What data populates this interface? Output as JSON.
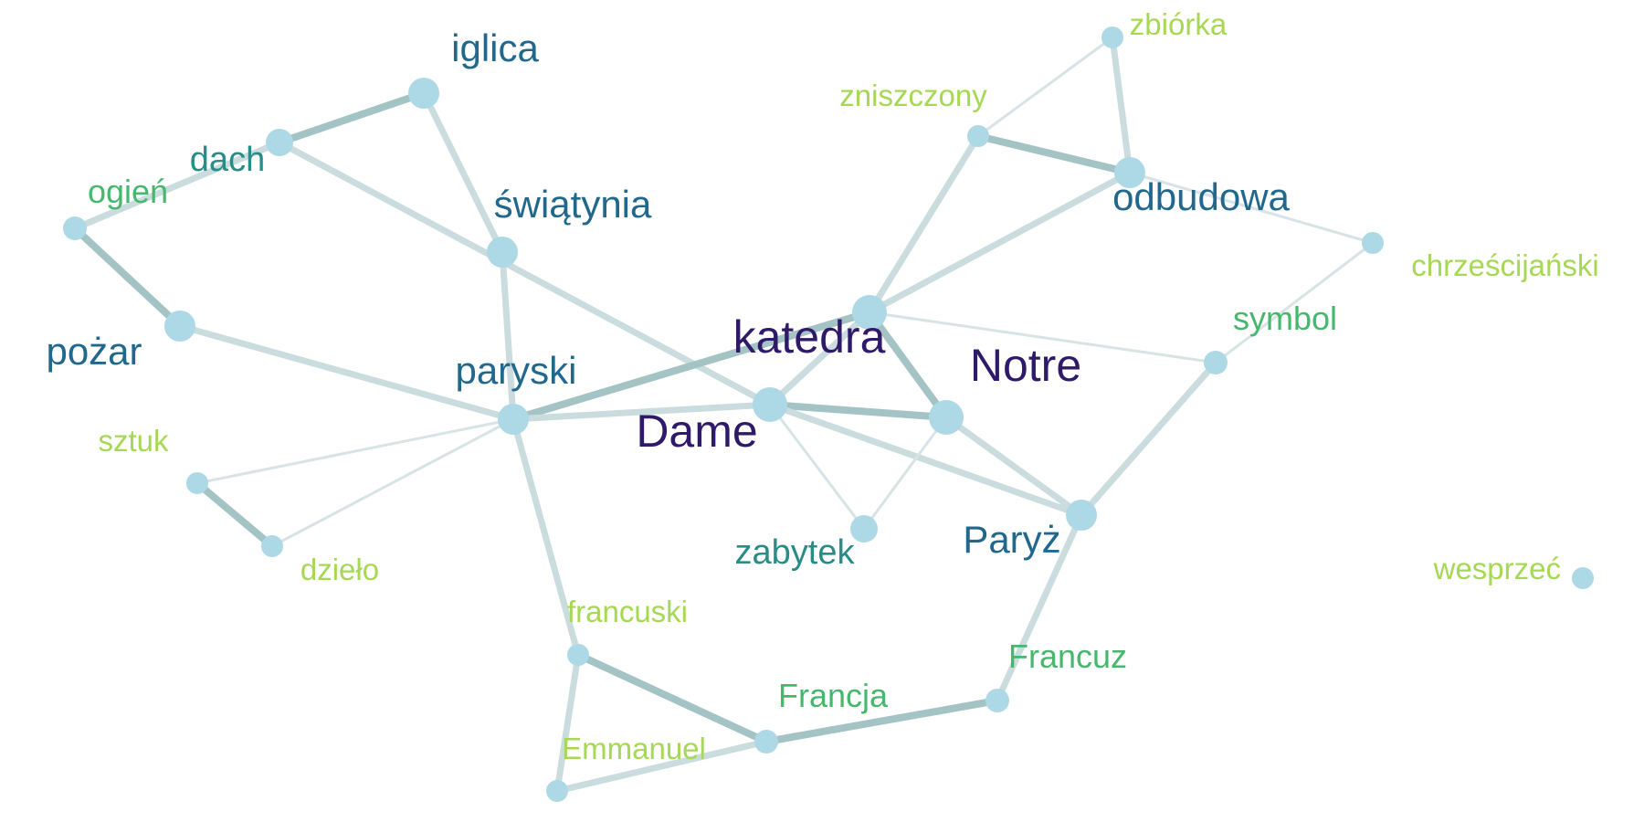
{
  "node_color": "#ADD8E6",
  "tiers": {
    "t1": "#2E1A68",
    "t2": "#21688C",
    "t3": "#2A8C86",
    "t4": "#46B76C",
    "t5": "#A6D854"
  },
  "nodes": [
    {
      "id": "katedra",
      "label": "katedra",
      "tier": "t1",
      "weight": 5
    },
    {
      "id": "notre",
      "label": "Notre",
      "tier": "t1",
      "weight": 5
    },
    {
      "id": "dame",
      "label": "Dame",
      "tier": "t1",
      "weight": 5
    },
    {
      "id": "paryski",
      "label": "paryski",
      "tier": "t2",
      "weight": 4
    },
    {
      "id": "iglica",
      "label": "iglica",
      "tier": "t2",
      "weight": 4
    },
    {
      "id": "swiatynia",
      "label": "świątynia",
      "tier": "t2",
      "weight": 4
    },
    {
      "id": "odbudowa",
      "label": "odbudowa",
      "tier": "t2",
      "weight": 4
    },
    {
      "id": "pozar",
      "label": "pożar",
      "tier": "t2",
      "weight": 4
    },
    {
      "id": "paryz",
      "label": "Paryż",
      "tier": "t2",
      "weight": 4
    },
    {
      "id": "dach",
      "label": "dach",
      "tier": "t3",
      "weight": 3
    },
    {
      "id": "zabytek",
      "label": "zabytek",
      "tier": "t3",
      "weight": 3
    },
    {
      "id": "ogien",
      "label": "ogień",
      "tier": "t4",
      "weight": 2
    },
    {
      "id": "symbol",
      "label": "symbol",
      "tier": "t4",
      "weight": 2
    },
    {
      "id": "francja",
      "label": "Francja",
      "tier": "t4",
      "weight": 2
    },
    {
      "id": "francuz",
      "label": "Francuz",
      "tier": "t4",
      "weight": 2
    },
    {
      "id": "zbiorka",
      "label": "zbiórka",
      "tier": "t5",
      "weight": 1
    },
    {
      "id": "zniszczony",
      "label": "zniszczony",
      "tier": "t5",
      "weight": 1
    },
    {
      "id": "chrzescijanski",
      "label": "chrześcijański",
      "tier": "t5",
      "weight": 1
    },
    {
      "id": "sztuk",
      "label": "sztuk",
      "tier": "t5",
      "weight": 1
    },
    {
      "id": "dzielo",
      "label": "dzieło",
      "tier": "t5",
      "weight": 1
    },
    {
      "id": "francuski",
      "label": "francuski",
      "tier": "t5",
      "weight": 1
    },
    {
      "id": "emmanuel",
      "label": "Emmanuel",
      "tier": "t5",
      "weight": 1
    },
    {
      "id": "wesprzec",
      "label": "wesprzeć",
      "tier": "t5",
      "weight": 1
    }
  ],
  "edges": [
    {
      "source": "iglica",
      "target": "dach",
      "strength": 3
    },
    {
      "source": "iglica",
      "target": "swiatynia",
      "strength": 1
    },
    {
      "source": "dach",
      "target": "ogien",
      "strength": 1
    },
    {
      "source": "dach",
      "target": "dame",
      "strength": 1
    },
    {
      "source": "ogien",
      "target": "pozar",
      "strength": 3
    },
    {
      "source": "pozar",
      "target": "paryski",
      "strength": 1
    },
    {
      "source": "swiatynia",
      "target": "paryski",
      "strength": 1
    },
    {
      "source": "paryski",
      "target": "katedra",
      "strength": 3
    },
    {
      "source": "paryski",
      "target": "dame",
      "strength": 1
    },
    {
      "source": "paryski",
      "target": "sztuk",
      "strength": 0
    },
    {
      "source": "paryski",
      "target": "dzielo",
      "strength": 0
    },
    {
      "source": "paryski",
      "target": "francuski",
      "strength": 1
    },
    {
      "source": "sztuk",
      "target": "dzielo",
      "strength": 3
    },
    {
      "source": "katedra",
      "target": "dame",
      "strength": 1
    },
    {
      "source": "katedra",
      "target": "notre",
      "strength": 3
    },
    {
      "source": "katedra",
      "target": "zniszczony",
      "strength": 1
    },
    {
      "source": "katedra",
      "target": "odbudowa",
      "strength": 1
    },
    {
      "source": "katedra",
      "target": "symbol",
      "strength": 0
    },
    {
      "source": "dame",
      "target": "notre",
      "strength": 3
    },
    {
      "source": "dame",
      "target": "zabytek",
      "strength": 0
    },
    {
      "source": "dame",
      "target": "paryz",
      "strength": 1
    },
    {
      "source": "notre",
      "target": "zabytek",
      "strength": 0
    },
    {
      "source": "notre",
      "target": "paryz",
      "strength": 1
    },
    {
      "source": "zniszczony",
      "target": "zbiorka",
      "strength": 0
    },
    {
      "source": "zniszczony",
      "target": "odbudowa",
      "strength": 3
    },
    {
      "source": "zbiorka",
      "target": "odbudowa",
      "strength": 1
    },
    {
      "source": "odbudowa",
      "target": "chrzescijanski",
      "strength": 0
    },
    {
      "source": "chrzescijanski",
      "target": "symbol",
      "strength": 0
    },
    {
      "source": "symbol",
      "target": "paryz",
      "strength": 1
    },
    {
      "source": "paryz",
      "target": "francuz",
      "strength": 1
    },
    {
      "source": "francuz",
      "target": "francja",
      "strength": 3
    },
    {
      "source": "francja",
      "target": "francuski",
      "strength": 3
    },
    {
      "source": "francja",
      "target": "emmanuel",
      "strength": 1
    },
    {
      "source": "francuski",
      "target": "emmanuel",
      "strength": 1
    }
  ]
}
